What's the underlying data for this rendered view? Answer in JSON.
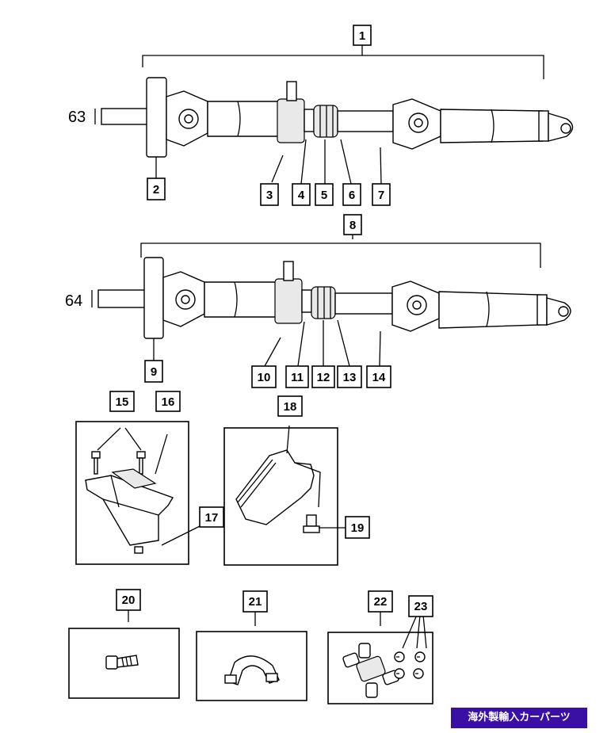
{
  "ref_labels": {
    "shaft_a": "63",
    "shaft_b": "64"
  },
  "callouts": {
    "c1": "1",
    "c2": "2",
    "c3": "3",
    "c4": "4",
    "c5": "5",
    "c6": "6",
    "c7": "7",
    "c8": "8",
    "c9": "9",
    "c10": "10",
    "c11": "11",
    "c12": "12",
    "c13": "13",
    "c14": "14",
    "c15": "15",
    "c16": "16",
    "c17": "17",
    "c18": "18",
    "c19": "19",
    "c20": "20",
    "c21": "21",
    "c22": "22",
    "c23": "23"
  },
  "watermark": "海外製輸入カーパーツ"
}
